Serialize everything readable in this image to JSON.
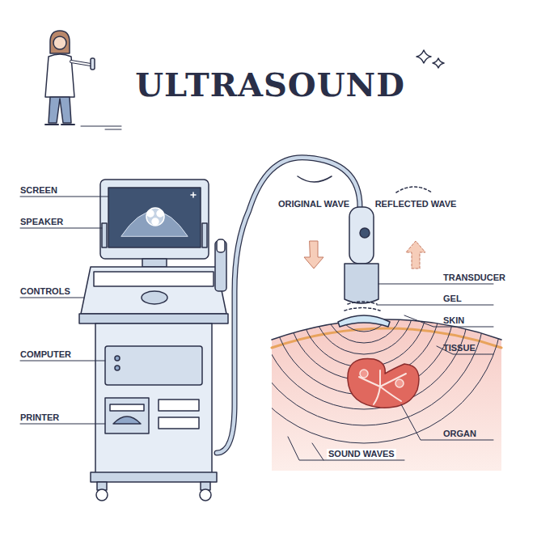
{
  "diagram": {
    "title": "ULTRASOUND",
    "labels": [
      "SCREEN",
      "SPEAKER",
      "CONTROLS",
      "COMPUTER",
      "PRINTER",
      "ORIGINAL WAVE",
      "REFLECTED WAVE",
      "TRANSDUCER",
      "GEL",
      "SKIN",
      "TISSUE",
      "ORGAN",
      "SOUND WAVES"
    ]
  }
}
